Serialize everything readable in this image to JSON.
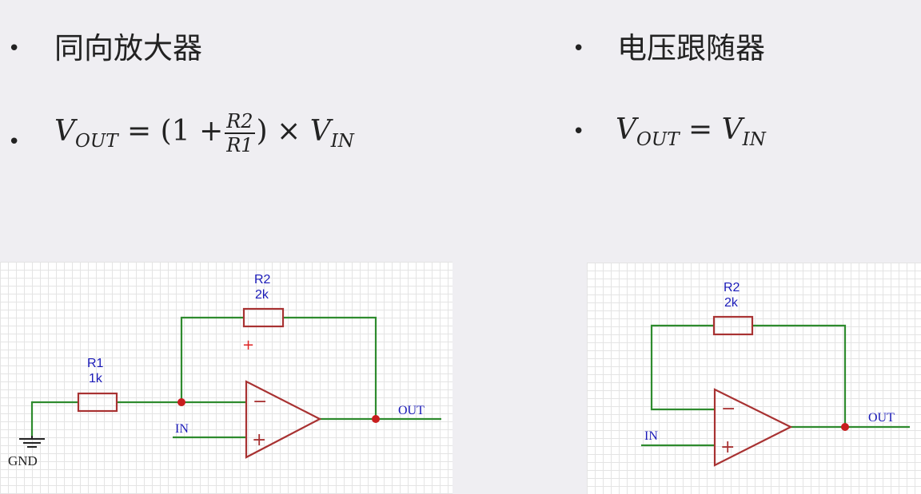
{
  "left": {
    "title": "同向放大器",
    "formula": {
      "v_out": "V",
      "v_out_sub": "OUT",
      "eq_sign": "=",
      "open": "(1 +",
      "num": "R2",
      "den": "R1",
      "close": ") ×",
      "v_in": "V",
      "v_in_sub": "IN"
    },
    "circuit": {
      "r1_name": "R1",
      "r1_value": "1k",
      "r2_name": "R2",
      "r2_value": "2k",
      "plus_marker": "+",
      "in_label": "IN",
      "out_label": "OUT",
      "gnd_label": "GND",
      "opamp_minus": "−",
      "opamp_plus": "+"
    }
  },
  "right": {
    "title": "电压跟随器",
    "formula": {
      "v_out": "V",
      "v_out_sub": "OUT",
      "eq_sign": "=",
      "v_in": "V",
      "v_in_sub": "IN"
    },
    "circuit": {
      "r2_name": "R2",
      "r2_value": "2k",
      "in_label": "IN",
      "out_label": "OUT",
      "opamp_minus": "−",
      "opamp_plus": "+"
    }
  },
  "colors": {
    "wire": "#2e8b2e",
    "component": "#a83232",
    "junction": "#c81e1e",
    "label": "#1a1ab8"
  }
}
